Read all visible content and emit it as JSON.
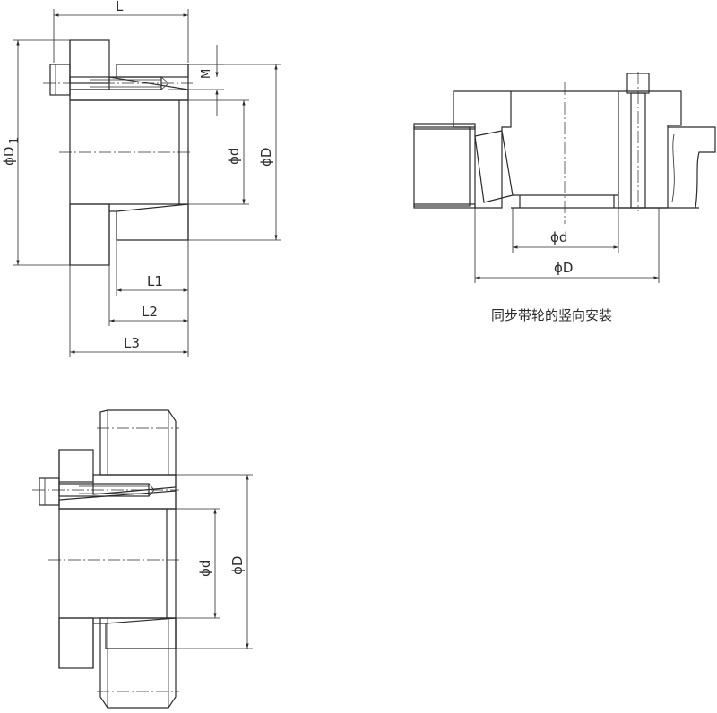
{
  "labels": {
    "L": "L",
    "D1": "ϕD",
    "D1_sub": "1",
    "M": "M",
    "d": "ϕd",
    "D": "ϕD",
    "L1": "L1",
    "L2": "L2",
    "L3": "L3"
  },
  "pulley": {
    "d": "ϕd",
    "D": "ϕD",
    "caption": "同步带轮的竖向安装"
  },
  "gear": {
    "d": "ϕd",
    "D": "ϕD"
  }
}
